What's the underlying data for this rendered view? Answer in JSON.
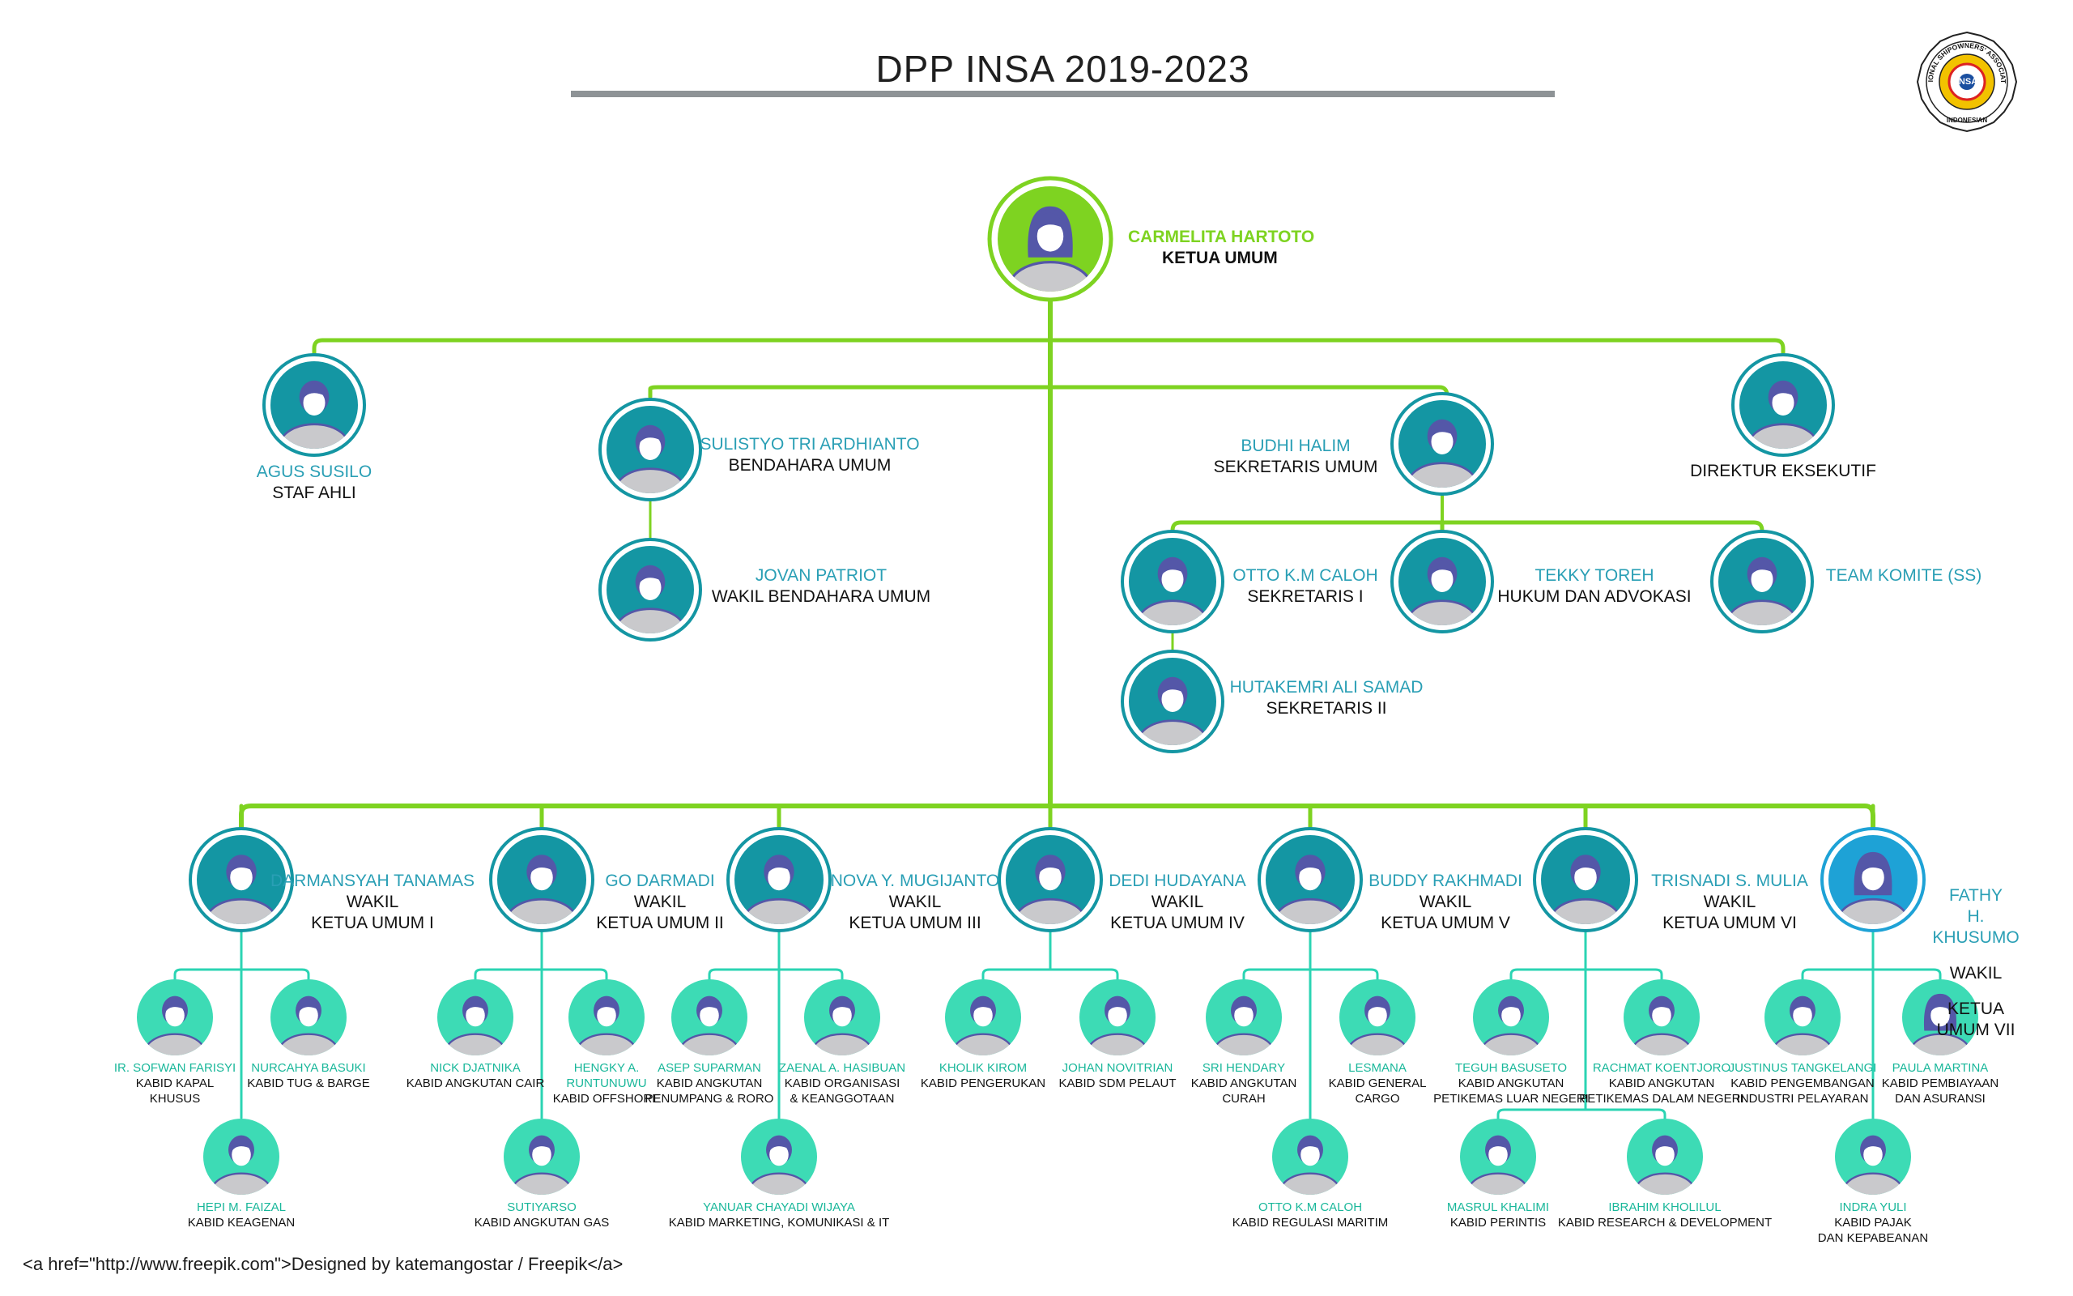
{
  "title": "DPP INSA 2019-2023",
  "logo": {
    "text_arc": "NATIONAL SHIPOWNERS' ASSOCIATION",
    "text_bottom": "INDONESIAN",
    "center": "INSA"
  },
  "credit": "<a href=\"http://www.freepik.com\">Designed by katemangostar / Freepik</a>",
  "colors": {
    "connector_green": "#7ed321",
    "connector_teal": "#2bd4b3",
    "name_blue": "#2a9fb5",
    "name_top": "#7ed321",
    "avatar_head": "#5457a8",
    "avatar_body": "#c9c9cc",
    "avatar_bg_teal": "#1496a3",
    "avatar_bg_mint": "#3ddbb5"
  },
  "top": {
    "name": "CARMELITA HARTOTO",
    "role": "KETUA UMUM"
  },
  "level1": [
    {
      "id": "staf-ahli",
      "name": "AGUS SUSILO",
      "role": "STAF AHLI"
    },
    {
      "id": "bendahara-umum",
      "name": "SULISTYO TRI ARDHIANTO",
      "role": "BENDAHARA UMUM"
    },
    {
      "id": "wakil-bendahara",
      "name": "JOVAN PATRIOT",
      "role": "WAKIL BENDAHARA UMUM"
    },
    {
      "id": "sekretaris-umum",
      "name": "BUDHI HALIM",
      "role": "SEKRETARIS UMUM"
    },
    {
      "id": "sekretaris-1",
      "name": "OTTO K.M CALOH",
      "role": "SEKRETARIS I"
    },
    {
      "id": "hukum",
      "name": "TEKKY TOREH",
      "role": "HUKUM DAN ADVOKASI"
    },
    {
      "id": "team-komite",
      "name": "TEAM KOMITE (SS)",
      "role": ""
    },
    {
      "id": "sekretaris-2",
      "name": "HUTAKEMRI ALI SAMAD",
      "role": "SEKRETARIS II"
    },
    {
      "id": "direktur",
      "name": "",
      "role": "DIREKTUR EKSEKUTIF"
    }
  ],
  "vice_chairs": [
    {
      "name": "DARMANSYAH TANAMAS",
      "role": [
        "WAKIL",
        "KETUA UMUM I"
      ]
    },
    {
      "name": "GO DARMADI",
      "role": [
        "WAKIL",
        "KETUA UMUM II"
      ]
    },
    {
      "name": "NOVA Y. MUGIJANTO",
      "role": [
        "WAKIL",
        "KETUA UMUM  III"
      ]
    },
    {
      "name": "DEDI HUDAYANA",
      "role": [
        "WAKIL",
        "KETUA UMUM IV"
      ]
    },
    {
      "name": "BUDDY RAKHMADI",
      "role": [
        "WAKIL",
        "KETUA UMUM V"
      ]
    },
    {
      "name": "TRISNADI  S. MULIA",
      "role": [
        "WAKIL",
        "KETUA UMUM VI"
      ]
    },
    {
      "name": "FATHY\nH. KHUSUMO",
      "role": [
        "WAKIL",
        "KETUA UMUM VII"
      ]
    }
  ],
  "kabid": [
    {
      "name": "IR. SOFWAN FARISYI",
      "role": "KABID KAPAL\nKHUSUS"
    },
    {
      "name": "NURCAHYA  BASUKI",
      "role": "KABID TUG & BARGE"
    },
    {
      "name": "HEPI M. FAIZAL",
      "role": "KABID KEAGENAN"
    },
    {
      "name": "NICK DJATNIKA",
      "role": "KABID ANGKUTAN CAIR"
    },
    {
      "name": "HENGKY A.\nRUNTUNUWU",
      "role": "KABID OFFSHORE"
    },
    {
      "name": "SUTIYARSO",
      "role": "KABID ANGKUTAN GAS"
    },
    {
      "name": "ASEP SUPARMAN",
      "role": "KABID ANGKUTAN\nPENUMPANG & RORO"
    },
    {
      "name": "ZAENAL A. HASIBUAN",
      "role": "KABID ORGANISASI\n& KEANGGOTAAN"
    },
    {
      "name": "YANUAR CHAYADI WIJAYA",
      "role": "KABID MARKETING, KOMUNIKASI & IT"
    },
    {
      "name": "KHOLIK KIROM",
      "role": "KABID PENGERUKAN"
    },
    {
      "name": "JOHAN NOVITRIAN",
      "role": "KABID SDM PELAUT"
    },
    {
      "name": "SRI HENDARY",
      "role": "KABID ANGKUTAN\nCURAH"
    },
    {
      "name": "LESMANA",
      "role": "KABID GENERAL\nCARGO"
    },
    {
      "name": "OTTO K.M CALOH",
      "role": "KABID REGULASI MARITIM"
    },
    {
      "name": "TEGUH BASUSETO",
      "role": "KABID ANGKUTAN\nPETIKEMAS LUAR NEGERI"
    },
    {
      "name": "RACHMAT KOENTJORO",
      "role": "KABID ANGKUTAN\nPETIKEMAS DALAM NEGERI"
    },
    {
      "name": "MASRUL KHALIMI",
      "role": "KABID PERINTIS"
    },
    {
      "name": "IBRAHIM KHOLILUL",
      "role": "KABID RESEARCH & DEVELOPMENT"
    },
    {
      "name": "JUSTINUS TANGKELANGI",
      "role": "KABID PENGEMBANGAN\nINDUSTRI PELAYARAN"
    },
    {
      "name": "PAULA MARTINA",
      "role": "KABID PEMBIAYAAN\nDAN ASURANSI"
    },
    {
      "name": "INDRA YULI",
      "role": "KABID PAJAK\nDAN KEPABEANAN"
    }
  ]
}
